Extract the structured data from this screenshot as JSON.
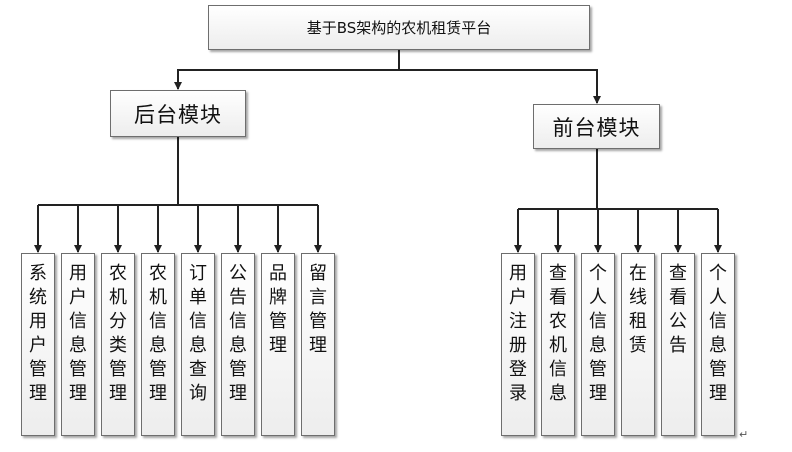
{
  "root": {
    "title": "基于BS架构的农机租赁平台"
  },
  "backend": {
    "title": "后台模块",
    "items": [
      "系统用户管理",
      "用户信息管理",
      "农机分类管理",
      "农机信息管理",
      "订单信息查询",
      "公告信息管理",
      "品牌管理",
      "留言管理"
    ]
  },
  "frontend": {
    "title": "前台模块",
    "items": [
      "用户注册登录",
      "查看农机信息",
      "个人信息管理",
      "在线租赁",
      "查看公告",
      "个人信息管理"
    ]
  },
  "paragraph_mark": "↵"
}
